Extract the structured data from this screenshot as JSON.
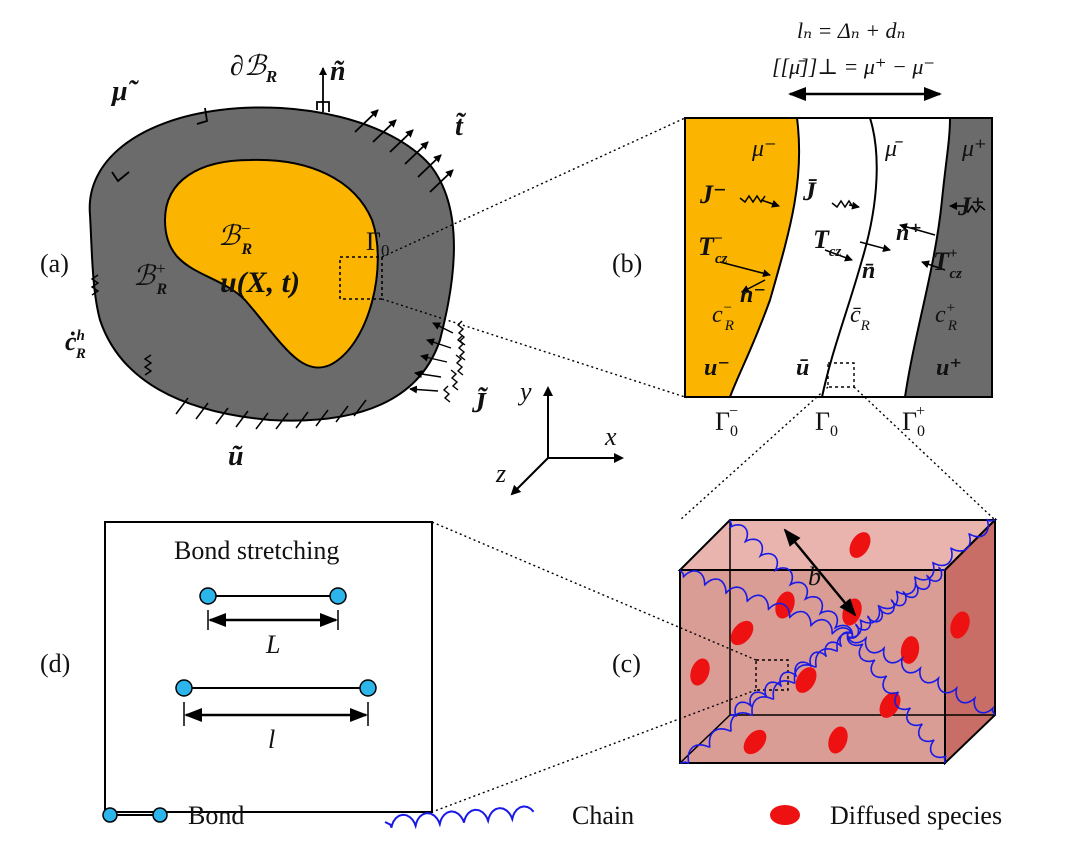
{
  "panel_labels": {
    "a": "(a)",
    "b": "(b)",
    "c": "(c)",
    "d": "(d)"
  },
  "panel_a": {
    "boundary": "∂ℬ",
    "boundary_sub": "R",
    "normal": "ñ",
    "traction": "t̃",
    "potential": "μ̃",
    "flux": "J̃",
    "displacement": "ũ",
    "flux_rate": "ċ",
    "flux_rate_sup": "h",
    "flux_rate_sub": "R",
    "inner_body": "ℬ",
    "inner_body_sup": "−",
    "inner_body_sub": "R",
    "outer_body": "ℬ",
    "outer_body_sup": "+",
    "outer_body_sub": "R",
    "interface": "Γ",
    "interface_sub": "0",
    "field": "u(X, t)"
  },
  "panel_b": {
    "eq1": "lₙ = Δₙ + dₙ",
    "eq2": "[[μ̄]]⊥ = μ⁺ − μ⁻",
    "mu_minus": "μ⁻",
    "mu_bar": "μ̄",
    "mu_plus": "μ⁺",
    "J_minus": "J⁻",
    "J_bar": "J̄",
    "J_plus": "J⁺",
    "T_minus": "T",
    "T_minus_sup": "−",
    "T_minus_sub": "cz",
    "T_bar": "T",
    "T_bar_sub": "cz",
    "T_plus": "T",
    "T_plus_sup": "+",
    "T_plus_sub": "cz",
    "n_minus": "n⁻",
    "n_bar": "n̄",
    "n_plus": "n⁺",
    "c_minus": "c",
    "c_minus_sup": "−",
    "c_minus_sub": "R",
    "c_bar": "c̄",
    "c_bar_sub": "R",
    "c_plus": "c",
    "c_plus_sup": "+",
    "c_plus_sub": "R",
    "u_minus": "u⁻",
    "u_bar": "ū",
    "u_plus": "u⁺",
    "gamma_minus": "Γ",
    "gamma_minus_sub": "0",
    "gamma_minus_sup": "−",
    "gamma_0": "Γ",
    "gamma_0_sub": "0",
    "gamma_plus": "Γ",
    "gamma_plus_sub": "0",
    "gamma_plus_sup": "+"
  },
  "axes": {
    "x": "x",
    "y": "y",
    "z": "z"
  },
  "panel_c": {
    "b": "b"
  },
  "panel_d": {
    "title": "Bond stretching",
    "L": "L",
    "l": "l"
  },
  "legend": {
    "bond": "Bond",
    "chain": "Chain",
    "species": "Diffused species"
  },
  "colors": {
    "gray": "#6b6b6b",
    "orange": "#fbb400",
    "box_front": "#d99d96",
    "box_side": "#c96e66",
    "box_top": "#e9b4ae",
    "chain": "#1a1ae6",
    "species": "#ee1111",
    "bond_node": "#2bb5ea"
  }
}
